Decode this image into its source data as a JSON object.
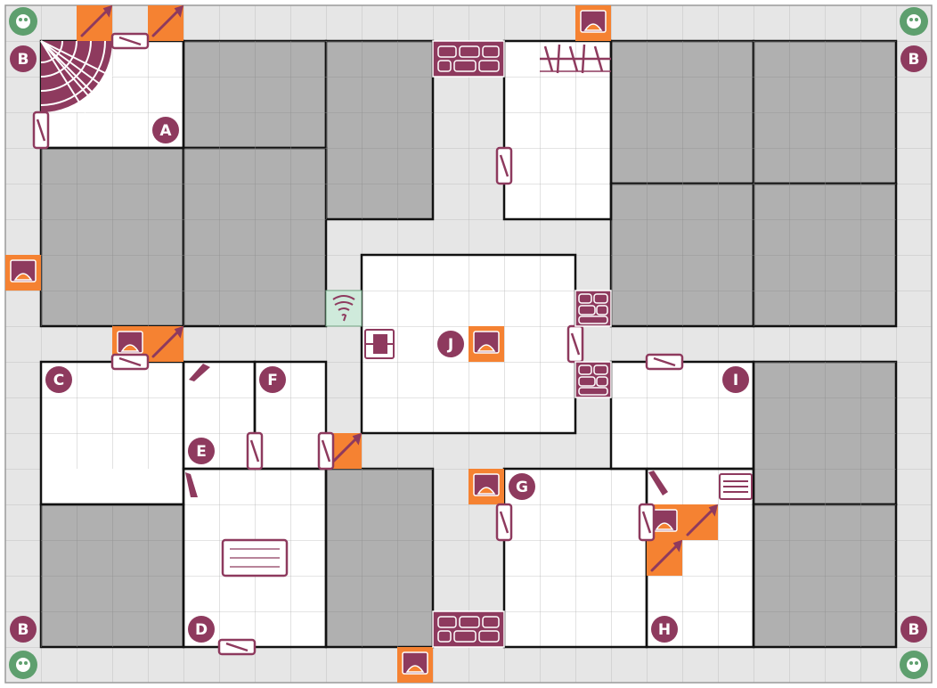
{
  "map": {
    "room_labels": {
      "a": "A",
      "c": "C",
      "d": "D",
      "e": "E",
      "f": "F",
      "g": "G",
      "h": "H",
      "i": "I",
      "j": "J"
    },
    "corner_label": "B",
    "colors": {
      "corridor": "#e6e6e6",
      "room_floor": "#ffffff",
      "blocked": "#b0b0b0",
      "wall": "#111111",
      "label_circle": "#8e3a5e",
      "label_text": "#ffffff",
      "hazard_tile": "#f58232",
      "stone_icon": "#8e3a5e",
      "vortex_tile": "#cfeadb",
      "emblem_green": "#5e9f6e"
    },
    "icons": {
      "corner_emblem": "skull-emblem-icon",
      "door": "door-icon",
      "trap_tile": "trap-icon",
      "spear": "spear-icon",
      "rubble": "rubble-wall-icon",
      "stairs": "spiral-stairs-icon",
      "chest": "chest-icon",
      "weapon_rack": "weapon-rack-icon",
      "table": "table-icon",
      "tomb": "tomb-icon",
      "vortex": "vortex-icon"
    }
  }
}
